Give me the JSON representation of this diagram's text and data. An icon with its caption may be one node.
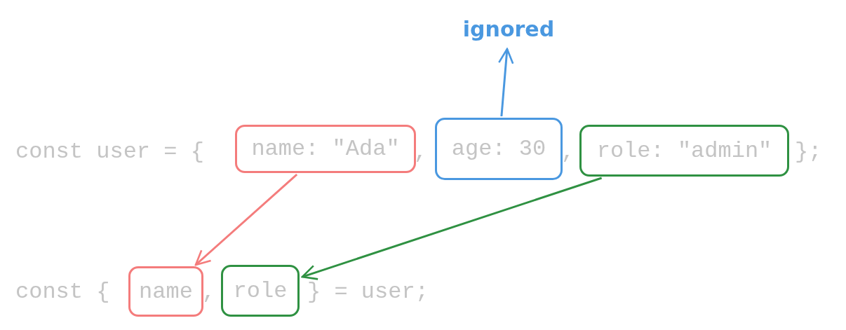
{
  "diagram": {
    "nodes": [
      {
        "text": [
          "name: \"Ada\""
        ]
      },
      {
        "text": [
          "age: 30"
        ]
      },
      {
        "text": [
          "role: \"admin\""
        ]
      },
      {
        "text": [
          "name"
        ]
      },
      {
        "text": [
          "role"
        ]
      },
      {
        "text": [
          "ignored"
        ]
      }
    ],
    "edges": [
      {
        "from": 0,
        "to": 3,
        "arrow": "to",
        "color": "#f47c7c"
      },
      {
        "from": 2,
        "to": 4,
        "arrow": "to",
        "color": "#2f9142"
      },
      {
        "from": 1,
        "to": 5,
        "arrow": "to",
        "color": "#4a98e0"
      }
    ],
    "labels": [
      "const user = {",
      ",",
      ",",
      "};",
      "const {",
      ",",
      "} = user;"
    ]
  }
}
